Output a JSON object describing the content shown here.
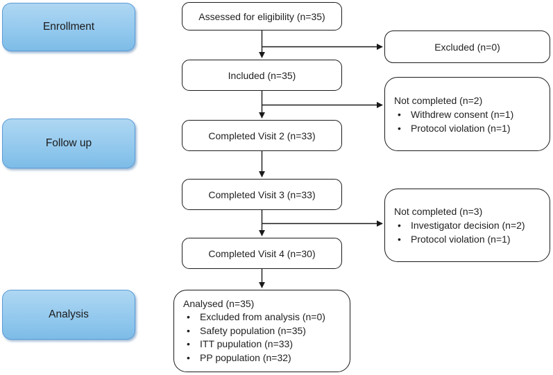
{
  "phases": [
    {
      "label": "Enrollment"
    },
    {
      "label": "Follow up"
    },
    {
      "label": "Analysis"
    }
  ],
  "boxes": {
    "assessed": {
      "label": "Assessed for eligibility (n=35)"
    },
    "excluded": {
      "label": "Excluded (n=0)"
    },
    "included": {
      "label": "Included (n=35)"
    },
    "not_completed_2": {
      "label": "Not completed (n=2)",
      "bullets": [
        "Withdrew consent (n=1)",
        "Protocol violation (n=1)"
      ]
    },
    "visit_2": {
      "label": "Completed Visit 2 (n=33)"
    },
    "visit_3": {
      "label": "Completed Visit 3 (n=33)"
    },
    "not_completed_3": {
      "label": "Not completed (n=3)",
      "bullets": [
        "Investigator decision (n=2)",
        "Protocol violation (n=1)"
      ]
    },
    "visit_4": {
      "label": "Completed Visit 4 (n=30)"
    },
    "analysed": {
      "label": "Analysed (n=35)",
      "bullets": [
        "Excluded from analysis (n=0)",
        "Safety population (n=35)",
        "ITT pupulation (n=33)",
        "PP population (n=32)"
      ]
    }
  },
  "colors": {
    "phase_fill_top": "#aed7f2",
    "phase_fill_bottom": "#7dbce7",
    "phase_border": "#5b9bd5",
    "flow_box_border": "#1a1a1a",
    "connector": "#1a1a1a",
    "text": "#1f1f1f",
    "background": "#ffffff"
  }
}
